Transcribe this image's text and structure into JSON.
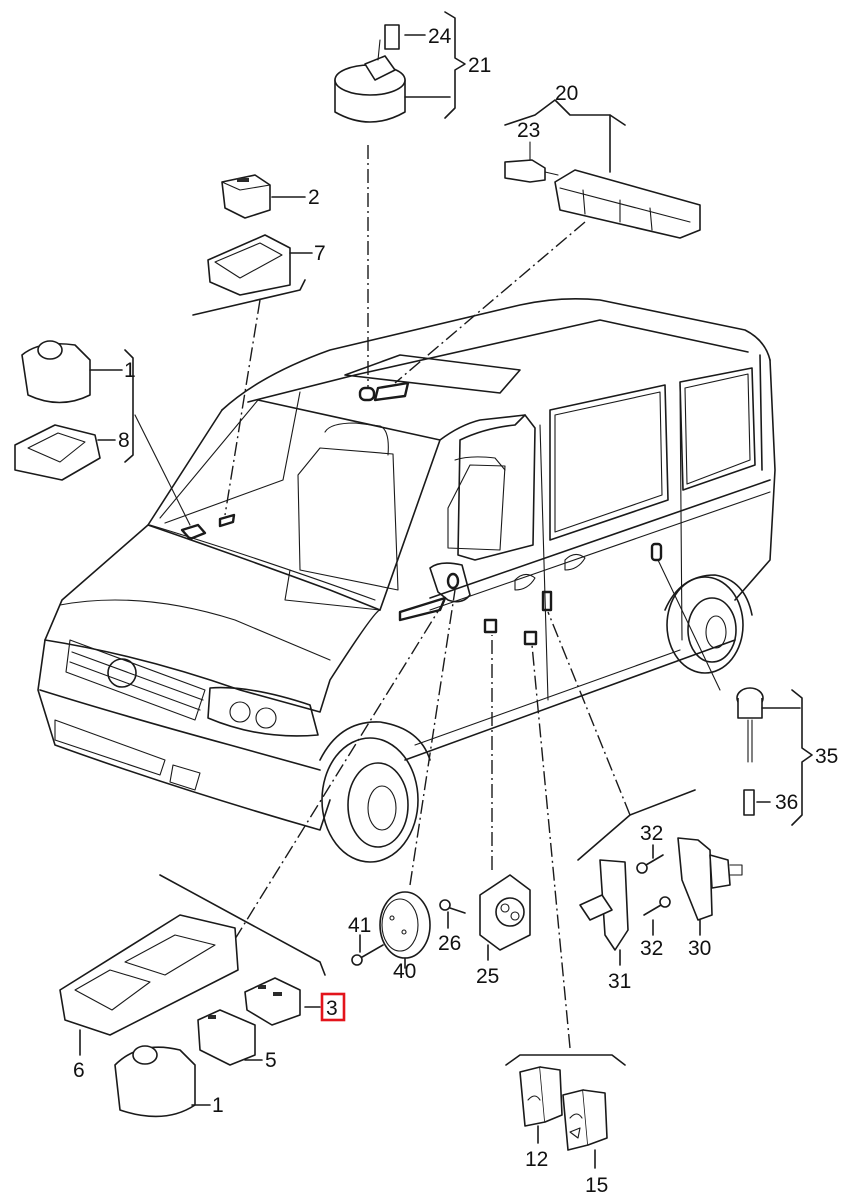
{
  "diagram": {
    "title": "",
    "subject": "van interior switches exploded parts diagram",
    "highlight_color": "#e3141b",
    "line_color": "#1a1a1a",
    "highlighted_part": "3",
    "labels": {
      "p1_top": "1",
      "p2": "2",
      "p3": "3",
      "p5": "5",
      "p6": "6",
      "p7": "7",
      "p8": "8",
      "p1_bottom": "1",
      "p12": "12",
      "p15": "15",
      "p20": "20",
      "p21": "21",
      "p23": "23",
      "p24": "24",
      "p25": "25",
      "p26": "26",
      "p30": "30",
      "p31": "31",
      "p32_top": "32",
      "p32_bottom": "32",
      "p35": "35",
      "p36": "36",
      "p40": "40",
      "p41": "41"
    }
  }
}
